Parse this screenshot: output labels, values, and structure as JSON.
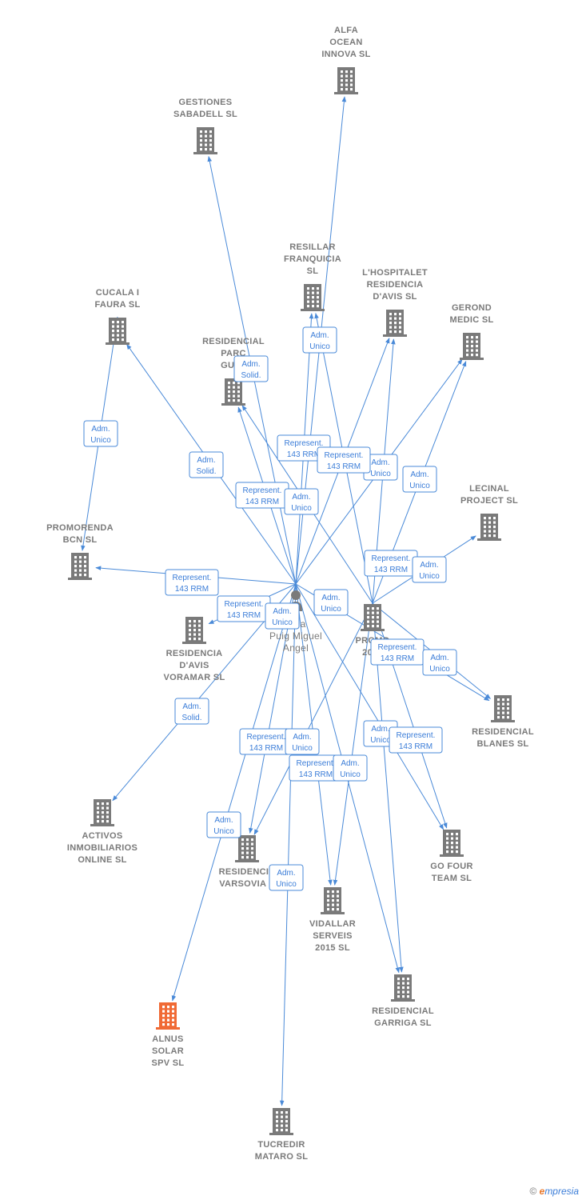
{
  "colors": {
    "edge": "#4a8ad8",
    "building": "#7a7a7a",
    "highlight": "#f06a35",
    "person": "#7a7a7a"
  },
  "nodes": [
    {
      "id": "alfa",
      "type": "company",
      "label": [
        "ALFA",
        "OCEAN",
        "INNOVA  SL"
      ]
    },
    {
      "id": "gestiones",
      "type": "company",
      "label": [
        "GESTIONES",
        "SABADELL SL"
      ]
    },
    {
      "id": "resillar",
      "type": "company",
      "label": [
        "RESILLAR",
        "FRANQUICIA",
        "SL"
      ]
    },
    {
      "id": "hospitalet",
      "type": "company",
      "label": [
        "L'HOSPITALET",
        "RESIDENCIA",
        "D'AVIS  SL"
      ]
    },
    {
      "id": "gerond",
      "type": "company",
      "label": [
        "GEROND",
        "MEDIC SL"
      ]
    },
    {
      "id": "cucala",
      "type": "company",
      "label": [
        "CUCALA I",
        "FAURA SL"
      ]
    },
    {
      "id": "parc",
      "type": "company",
      "label": [
        "RESIDENCIAL",
        "PARC",
        "GUEL"
      ]
    },
    {
      "id": "lecinal",
      "type": "company",
      "label": [
        "LECINAL",
        "PROJECT SL"
      ]
    },
    {
      "id": "promorenda",
      "type": "company",
      "label": [
        "PROMORENDA",
        "BCN  SL"
      ]
    },
    {
      "id": "voramar",
      "type": "company",
      "label": [
        "RESIDENCIA",
        "D'AVIS",
        "VORAMAR SL"
      ]
    },
    {
      "id": "person",
      "type": "person",
      "label": [
        "Pala",
        "Puig Miguel",
        "Angel"
      ]
    },
    {
      "id": "promo2015",
      "type": "company",
      "label": [
        "PROMO",
        "2015"
      ]
    },
    {
      "id": "blanes",
      "type": "company",
      "label": [
        "RESIDENCIAL",
        "BLANES  SL"
      ]
    },
    {
      "id": "activos",
      "type": "company",
      "label": [
        "ACTIVOS",
        "INMOBILIARIOS",
        "ONLINE SL"
      ]
    },
    {
      "id": "varsovia",
      "type": "company",
      "label": [
        "RESIDENCIA",
        "VARSOVIA  S"
      ]
    },
    {
      "id": "gofour",
      "type": "company",
      "label": [
        "GO FOUR",
        "TEAM  SL"
      ]
    },
    {
      "id": "vidallar",
      "type": "company",
      "label": [
        "VIDALLAR",
        "SERVEIS",
        "2015  SL"
      ]
    },
    {
      "id": "garriga",
      "type": "company",
      "label": [
        "RESIDENCIAL",
        "GARRIGA  SL"
      ]
    },
    {
      "id": "alnus",
      "type": "company",
      "highlight": true,
      "label": [
        "ALNUS",
        "SOLAR",
        "SPV  SL"
      ]
    },
    {
      "id": "tucredir",
      "type": "company",
      "label": [
        "TUCREDIR",
        "MATARO SL"
      ]
    }
  ],
  "edges": [
    {
      "from": "person",
      "to": "alfa"
    },
    {
      "from": "person",
      "to": "gestiones"
    },
    {
      "from": "person",
      "to": "resillar"
    },
    {
      "from": "person",
      "to": "hospitalet"
    },
    {
      "from": "person",
      "to": "gerond"
    },
    {
      "from": "person",
      "to": "parc"
    },
    {
      "from": "person",
      "to": "cucala"
    },
    {
      "from": "person",
      "to": "promorenda"
    },
    {
      "from": "person",
      "to": "voramar"
    },
    {
      "from": "person",
      "to": "activos"
    },
    {
      "from": "person",
      "to": "varsovia"
    },
    {
      "from": "person",
      "to": "vidallar"
    },
    {
      "from": "person",
      "to": "garriga"
    },
    {
      "from": "person",
      "to": "alnus"
    },
    {
      "from": "person",
      "to": "tucredir"
    },
    {
      "from": "person",
      "to": "gofour"
    },
    {
      "from": "person",
      "to": "blanes"
    },
    {
      "from": "cucala",
      "to": "promorenda"
    },
    {
      "from": "promo2015",
      "to": "resillar"
    },
    {
      "from": "promo2015",
      "to": "hospitalet"
    },
    {
      "from": "promo2015",
      "to": "gerond"
    },
    {
      "from": "promo2015",
      "to": "parc"
    },
    {
      "from": "promo2015",
      "to": "lecinal"
    },
    {
      "from": "promo2015",
      "to": "blanes"
    },
    {
      "from": "promo2015",
      "to": "gofour"
    },
    {
      "from": "promo2015",
      "to": "vidallar"
    },
    {
      "from": "promo2015",
      "to": "garriga"
    },
    {
      "from": "promo2015",
      "to": "varsovia"
    }
  ],
  "edge_labels": [
    {
      "lines": [
        "Adm.",
        "Unico"
      ]
    },
    {
      "lines": [
        "Adm.",
        "Solid."
      ]
    },
    {
      "lines": [
        "Adm.",
        "Unico"
      ]
    },
    {
      "lines": [
        "Adm.",
        "Solid."
      ]
    },
    {
      "lines": [
        "Represent.",
        "143 RRM"
      ]
    },
    {
      "lines": [
        "Represent.",
        "143 RRM"
      ]
    },
    {
      "lines": [
        "Adm.",
        "Unico"
      ]
    },
    {
      "lines": [
        "Adm.",
        "Unico"
      ]
    },
    {
      "lines": [
        "Represent.",
        "143 RRM"
      ]
    },
    {
      "lines": [
        "Adm.",
        "Unico"
      ]
    },
    {
      "lines": [
        "Represent.",
        "143 RRM"
      ]
    },
    {
      "lines": [
        "Adm.",
        "Unico"
      ]
    },
    {
      "lines": [
        "Represent.",
        "143 RRM"
      ]
    },
    {
      "lines": [
        "Represent.",
        "143 RRM"
      ]
    },
    {
      "lines": [
        "Adm.",
        "Unico"
      ]
    },
    {
      "lines": [
        "Adm.",
        "Unico"
      ]
    },
    {
      "lines": [
        "Represent.",
        "143 RRM"
      ]
    },
    {
      "lines": [
        "Adm.",
        "Unico"
      ]
    },
    {
      "lines": [
        "Adm.",
        "Solid."
      ]
    },
    {
      "lines": [
        "Represent.",
        "143 RRM"
      ]
    },
    {
      "lines": [
        "Adm.",
        "Unico"
      ]
    },
    {
      "lines": [
        "Represent.",
        "143 RRM"
      ]
    },
    {
      "lines": [
        "Adm.",
        "Unico"
      ]
    },
    {
      "lines": [
        "Represent.",
        "143 RRM"
      ]
    },
    {
      "lines": [
        "Adm.",
        "Unico"
      ]
    },
    {
      "lines": [
        "Adm.",
        "Unico"
      ]
    },
    {
      "lines": [
        "Adm.",
        "Unico"
      ]
    }
  ],
  "footer": {
    "copyright": "©",
    "brand_e": "e",
    "brand_rest": "mpresia"
  }
}
